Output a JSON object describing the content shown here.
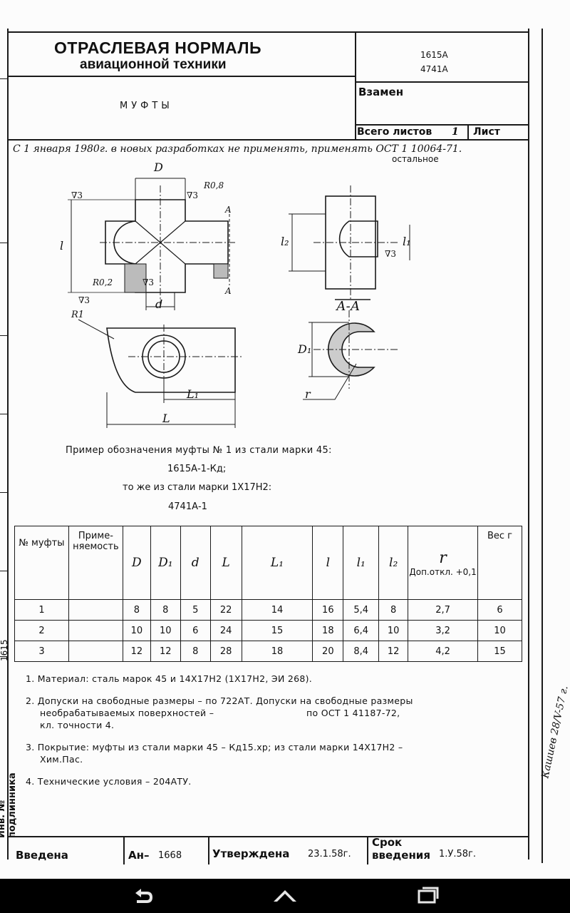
{
  "header": {
    "title_line1": "ОТРАСЛЕВАЯ НОРМАЛЬ",
    "title_line2": "авиационной техники",
    "codes_line1": "1615А",
    "codes_line2": "4741А",
    "item_name": "МУФТЫ",
    "replace_label": "Взамен",
    "sheets_label": "Всего листов",
    "sheets_value": "1",
    "sheet_label": "Лист"
  },
  "handwritten_note": "С 1 января 1980г. в новых разработках не применять, применять ОСТ 1 10064-71.",
  "handwritten_rest": "остальное",
  "drawing_labels": {
    "D": "D",
    "R08": "R0,8",
    "A_top": "A",
    "A_bottom": "A",
    "l": "l",
    "R02": "R0,2",
    "d": "d",
    "R1": "R1",
    "L1": "L₁",
    "L": "L",
    "l2": "l₂",
    "l1": "l₁",
    "section": "А-А",
    "D1": "D₁",
    "r": "r",
    "rough1": "∇3",
    "rough2": "∇3",
    "rough3": "∇3",
    "rough4": "∇3",
    "rough5": "∇3"
  },
  "example": {
    "line1": "Пример обозначения муфты № 1 из стали марки 45:",
    "line2": "1615А-1-Кд;",
    "line3": "то же  из стали марки 1Х17Н2:",
    "line4": "4741А-1"
  },
  "table": {
    "headers": {
      "num": "№ муфты",
      "usage": "Приме-няемость",
      "D": "D",
      "D1": "D₁",
      "d": "d",
      "L": "L",
      "L1": "L₁",
      "l": "l",
      "l1": "l₁",
      "l2": "l₂",
      "r_sym": "r",
      "r_tol": "Доп.откл. +0,1",
      "weight": "Вес г"
    },
    "rows": [
      {
        "num": "1",
        "usage": "",
        "D": "8",
        "D1": "8",
        "d": "5",
        "L": "22",
        "L1": "14",
        "l": "16",
        "l1": "5,4",
        "l2": "8",
        "r": "2,7",
        "w": "6"
      },
      {
        "num": "2",
        "usage": "",
        "D": "10",
        "D1": "10",
        "d": "6",
        "L": "24",
        "L1": "15",
        "l": "18",
        "l1": "6,4",
        "l2": "10",
        "r": "3,2",
        "w": "10"
      },
      {
        "num": "3",
        "usage": "",
        "D": "12",
        "D1": "12",
        "d": "8",
        "L": "28",
        "L1": "18",
        "l": "20",
        "l1": "8,4",
        "l2": "12",
        "r": "4,2",
        "w": "15"
      }
    ]
  },
  "notes": {
    "n1": "1. Материал: сталь марок 45 и  14Х17Н2 (1Х17Н2, ЭИ 268).",
    "n2a": "2. Допуски на свободные размеры – по 722АТ. Допуски на свободные размеры",
    "n2b": "необрабатываемых поверхностей –",
    "n2c": "по ОСТ 1 41187-72,",
    "n2d": "кл. точности 4.",
    "n3a": "3. Покрытие: муфты из стали марки 45 – Кд15.хр; из стали марки 14Х17Н2 –",
    "n3b": "Хим.Пас.",
    "n4": "4. Технические условия – 204АТУ."
  },
  "footer": {
    "introduced_label": "Введена",
    "an_label": "Ан–",
    "an_value": "1668",
    "approved_label": "Утверждена",
    "approved_date": "23.1.58г.",
    "term_label1": "Срок",
    "term_label2": "введения",
    "term_value": "1.У.58г."
  },
  "margin": {
    "right_signature": "Кашиев 28/V-57 г.",
    "left_label": "Инв. № подлинника",
    "left_number": "1615"
  },
  "navbar": {
    "background": "#000000",
    "icons": [
      "back-icon",
      "home-icon",
      "recent-apps-icon"
    ]
  }
}
